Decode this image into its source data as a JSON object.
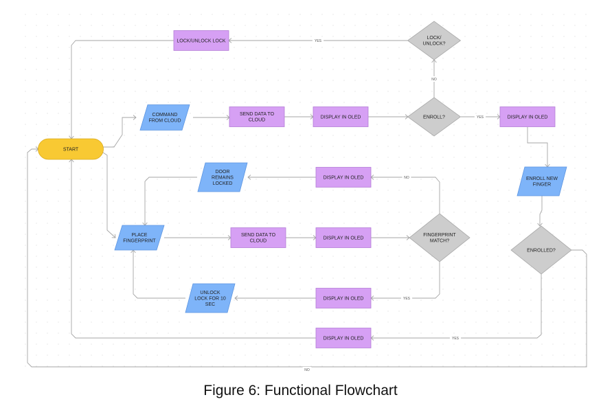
{
  "caption": "Figure 6: Functional Flowchart",
  "colors": {
    "terminal": "#F8C933",
    "io": "#7EB4F9",
    "process": "#D6A0F4",
    "decision": "#CDCDCD",
    "line": "#A5A5A5",
    "background_dots": "#E2E2E2"
  },
  "nodes": [
    {
      "id": "start",
      "shape": "terminal",
      "lines": [
        "START"
      ]
    },
    {
      "id": "command-from-cloud",
      "shape": "io",
      "lines": [
        "COMMAND",
        "FROM CLOUD"
      ]
    },
    {
      "id": "send-data-top",
      "shape": "process",
      "lines": [
        "SEND DATA TO",
        "CLOUD"
      ]
    },
    {
      "id": "display-top",
      "shape": "process",
      "lines": [
        "DISPLAY IN OLED"
      ]
    },
    {
      "id": "enroll-decision",
      "shape": "decision",
      "lines": [
        "ENROLL?"
      ]
    },
    {
      "id": "lock-decision",
      "shape": "decision",
      "lines": [
        "LOCK/",
        "UNLOCK?"
      ]
    },
    {
      "id": "lock-unlock",
      "shape": "process",
      "lines": [
        "LOCK/UNLOCK LOCK"
      ]
    },
    {
      "id": "display-enroll",
      "shape": "process",
      "lines": [
        "DISPLAY IN OLED"
      ]
    },
    {
      "id": "enroll-new-finger",
      "shape": "io",
      "lines": [
        "ENROLL NEW",
        "FINGER"
      ]
    },
    {
      "id": "enrolled-decision",
      "shape": "decision",
      "lines": [
        "ENROLLED?"
      ]
    },
    {
      "id": "door-locked",
      "shape": "io",
      "lines": [
        "DOOR",
        "REMAINS",
        "LOCKED"
      ]
    },
    {
      "id": "display-no",
      "shape": "process",
      "lines": [
        "DISPLAY IN OLED"
      ]
    },
    {
      "id": "place-fingerprint",
      "shape": "io",
      "lines": [
        "PLACE",
        "FINGERPRINT"
      ]
    },
    {
      "id": "send-data-mid",
      "shape": "process",
      "lines": [
        "SEND DATA TO",
        "CLOUD"
      ]
    },
    {
      "id": "display-mid",
      "shape": "process",
      "lines": [
        "DISPLAY IN OLED"
      ]
    },
    {
      "id": "fingerprint-decision",
      "shape": "decision",
      "lines": [
        "FINGERPRINT",
        "MATCH?"
      ]
    },
    {
      "id": "unlock-lock",
      "shape": "io",
      "lines": [
        "UNLOCK",
        "LOCK FOR 10",
        "SEC"
      ]
    },
    {
      "id": "display-yes",
      "shape": "process",
      "lines": [
        "DISPLAY IN OLED"
      ]
    },
    {
      "id": "display-enrolled",
      "shape": "process",
      "lines": [
        "DISPLAY IN OLED"
      ]
    }
  ],
  "edges": [
    {
      "from": "start",
      "to": "command-from-cloud",
      "label": ""
    },
    {
      "from": "command-from-cloud",
      "to": "send-data-top",
      "label": ""
    },
    {
      "from": "send-data-top",
      "to": "display-top",
      "label": ""
    },
    {
      "from": "display-top",
      "to": "enroll-decision",
      "label": ""
    },
    {
      "from": "enroll-decision",
      "to": "lock-decision",
      "label": "NO"
    },
    {
      "from": "lock-decision",
      "to": "lock-unlock",
      "label": "YES"
    },
    {
      "from": "lock-unlock",
      "to": "start",
      "label": ""
    },
    {
      "from": "enroll-decision",
      "to": "display-enroll",
      "label": "YES"
    },
    {
      "from": "display-enroll",
      "to": "enroll-new-finger",
      "label": ""
    },
    {
      "from": "enroll-new-finger",
      "to": "enrolled-decision",
      "label": ""
    },
    {
      "from": "enrolled-decision",
      "to": "display-enrolled",
      "label": "YES"
    },
    {
      "from": "display-enrolled",
      "to": "start",
      "label": ""
    },
    {
      "from": "enrolled-decision",
      "to": "start",
      "label": "NO"
    },
    {
      "from": "start",
      "to": "place-fingerprint",
      "label": ""
    },
    {
      "from": "place-fingerprint",
      "to": "send-data-mid",
      "label": ""
    },
    {
      "from": "send-data-mid",
      "to": "display-mid",
      "label": ""
    },
    {
      "from": "display-mid",
      "to": "fingerprint-decision",
      "label": ""
    },
    {
      "from": "fingerprint-decision",
      "to": "display-no",
      "label": "NO"
    },
    {
      "from": "display-no",
      "to": "door-locked",
      "label": ""
    },
    {
      "from": "door-locked",
      "to": "place-fingerprint",
      "label": ""
    },
    {
      "from": "fingerprint-decision",
      "to": "display-yes",
      "label": "YES"
    },
    {
      "from": "display-yes",
      "to": "unlock-lock",
      "label": ""
    },
    {
      "from": "unlock-lock",
      "to": "place-fingerprint",
      "label": ""
    }
  ]
}
